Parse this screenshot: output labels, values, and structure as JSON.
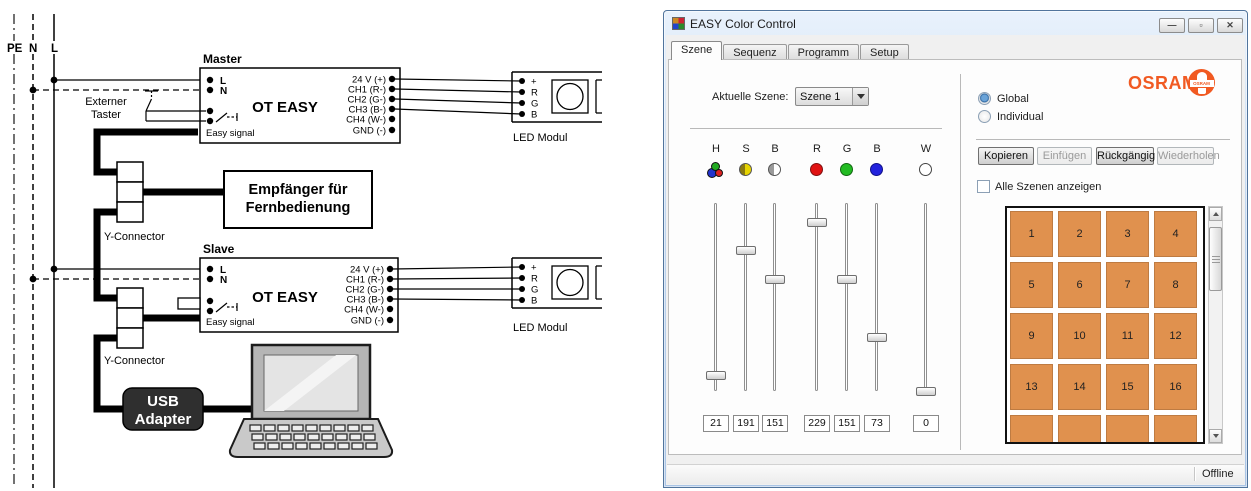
{
  "diagram": {
    "power_labels": {
      "pe": "PE",
      "n": "N",
      "l": "L"
    },
    "labels": {
      "master": "Master",
      "slave": "Slave",
      "ot_easy": "OT EASY",
      "easy_signal": "Easy signal",
      "externer_taster_line1": "Externer",
      "externer_taster_line2": "Taster",
      "y_connector": "Y-Connector",
      "empfaenger_line1": "Empfänger für",
      "empfaenger_line2": "Fernbedienung",
      "usb_line1": "USB",
      "usb_line2": "Adapter",
      "led_module": "LED Modul"
    },
    "ot_left_terminals": [
      "L",
      "N"
    ],
    "ot_right_terminals": [
      "24 V (+)",
      "CH1 (R-)",
      "CH2 (G-)",
      "CH3 (B-)",
      "CH4 (W-)",
      "GND (-)"
    ],
    "led_terminals": [
      "+",
      "R",
      "G",
      "B"
    ]
  },
  "window": {
    "title": "EASY Color Control",
    "controls": [
      {
        "name": "minimize",
        "glyph": "—"
      },
      {
        "name": "maximize",
        "glyph": "▫"
      },
      {
        "name": "close",
        "glyph": "✕"
      }
    ],
    "tabs": [
      {
        "label": "Szene",
        "active": true
      },
      {
        "label": "Sequenz",
        "active": false
      },
      {
        "label": "Programm",
        "active": false
      },
      {
        "label": "Setup",
        "active": false
      }
    ],
    "scene_select": {
      "label": "Aktuelle Szene:",
      "value": "Szene 1"
    },
    "channels": {
      "max": 255,
      "items": [
        {
          "label": "H",
          "icon": "hue-icon",
          "value": 21
        },
        {
          "label": "S",
          "icon": "saturation-icon",
          "value": 191
        },
        {
          "label": "B",
          "icon": "brightness-icon",
          "value": 151
        },
        {
          "label": "R",
          "icon": "red-icon",
          "value": 229
        },
        {
          "label": "G",
          "icon": "green-icon",
          "value": 151
        },
        {
          "label": "B",
          "icon": "blue-icon",
          "value": 73
        },
        {
          "label": "W",
          "icon": "white-icon",
          "value": 0
        }
      ]
    },
    "mode_options": [
      {
        "label": "Global",
        "selected": true
      },
      {
        "label": "Individual",
        "selected": false
      }
    ],
    "action_buttons": [
      {
        "label": "Kopieren",
        "enabled": true
      },
      {
        "label": "Einfügen",
        "enabled": false
      },
      {
        "label": "Rückgängig",
        "enabled": true
      },
      {
        "label": "Wiederholen",
        "enabled": false
      }
    ],
    "checkbox": {
      "label": "Alle Szenen anzeigen",
      "checked": false
    },
    "brand": {
      "name": "OSRAM",
      "color": "#f15a22"
    },
    "scene_grid": {
      "tiles": [
        "1",
        "2",
        "3",
        "4",
        "5",
        "6",
        "7",
        "8",
        "9",
        "10",
        "11",
        "12",
        "13",
        "14",
        "15",
        "16"
      ],
      "partial_tiles": 4,
      "tile_color": "#e0914e"
    },
    "status": "Offline"
  }
}
